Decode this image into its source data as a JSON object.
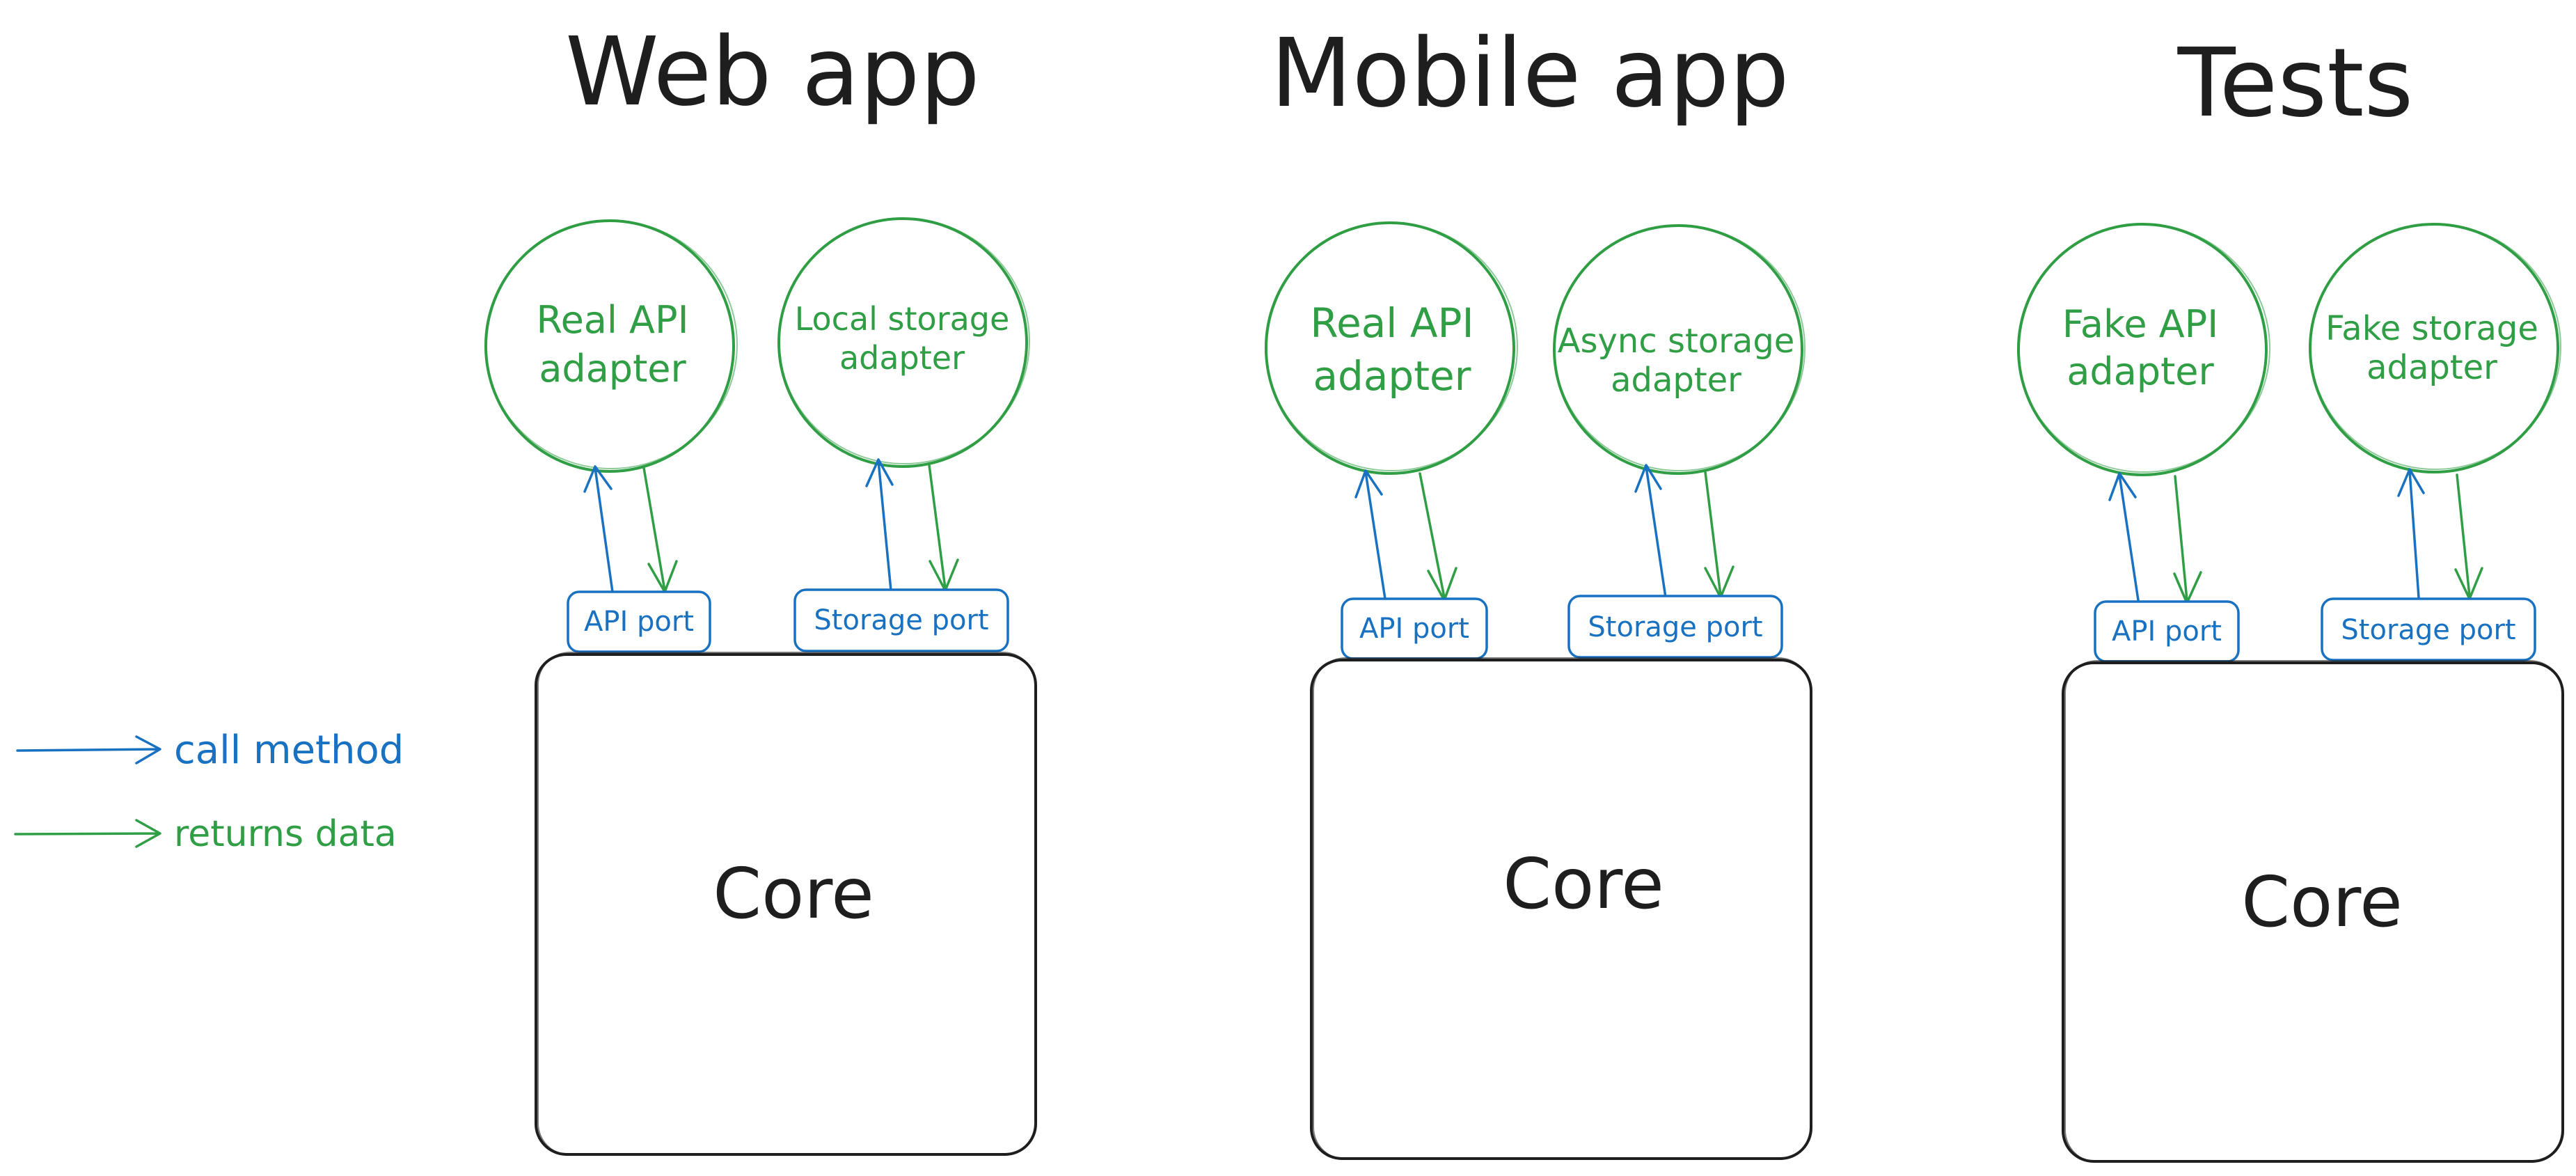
{
  "colors": {
    "ink": "#1e1e1e",
    "call": "#1971c2",
    "return": "#2f9e44",
    "background": "#ffffff"
  },
  "legend": {
    "call_label": "call method",
    "return_label": "returns data"
  },
  "sections": [
    {
      "title": "Web app",
      "core_label": "Core",
      "adapters": [
        {
          "lines": [
            "Real API",
            "adapter"
          ],
          "port": "API port"
        },
        {
          "lines": [
            "Local storage",
            "adapter"
          ],
          "port": "Storage port"
        }
      ]
    },
    {
      "title": "Mobile app",
      "core_label": "Core",
      "adapters": [
        {
          "lines": [
            "Real API",
            "adapter"
          ],
          "port": "API port"
        },
        {
          "lines": [
            "Async storage",
            "adapter"
          ],
          "port": "Storage port"
        }
      ]
    },
    {
      "title": "Tests",
      "core_label": "Core",
      "adapters": [
        {
          "lines": [
            "Fake API",
            "adapter"
          ],
          "port": "API port"
        },
        {
          "lines": [
            "Fake storage",
            "adapter"
          ],
          "port": "Storage port"
        }
      ]
    }
  ]
}
